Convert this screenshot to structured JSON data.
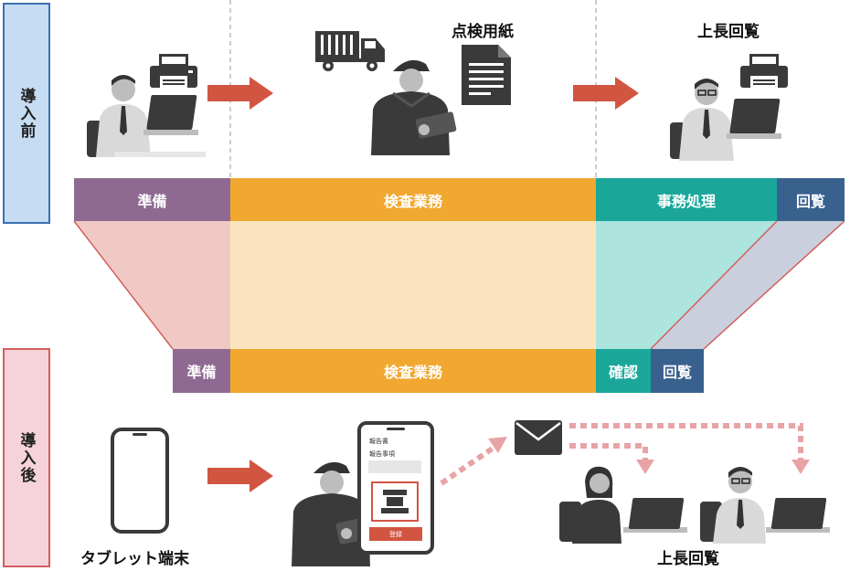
{
  "before": {
    "label": "導入前",
    "captions": {
      "inspection_paper": "点検用紙",
      "supervisor_review": "上長回覧"
    },
    "bars": [
      {
        "label": "準備",
        "color": "#8e6a92"
      },
      {
        "label": "検査業務",
        "color": "#f0a830"
      },
      {
        "label": "事務処理",
        "color": "#1aa79a"
      },
      {
        "label": "回覧",
        "color": "#38618e"
      }
    ]
  },
  "after": {
    "label": "導入後",
    "captions": {
      "tablet": "タブレット端末",
      "supervisor_review": "上長回覧"
    },
    "bars": [
      {
        "label": "準備",
        "color": "#8e6a92"
      },
      {
        "label": "検査業務",
        "color": "#f0a830"
      },
      {
        "label": "確認",
        "color": "#1aa79a"
      },
      {
        "label": "回覧",
        "color": "#38618e"
      }
    ],
    "tablet_screen": {
      "line1": "報告書",
      "line2": "報告事項",
      "register_button": "登録"
    }
  }
}
